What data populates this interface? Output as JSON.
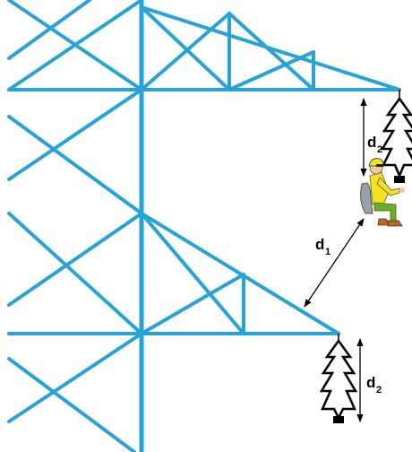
{
  "diagram": {
    "colors": {
      "tower": "#29a3d6",
      "insulator_fill": "#ffffff",
      "insulator_stroke": "#000000",
      "dimension": "#000000",
      "worker_shirt": "#f4e21e",
      "worker_pants": "#6dab2b",
      "worker_skin": "#f1c8a0",
      "worker_helmet": "#f4e21e",
      "worker_boots": "#b4682a",
      "seat": "#9aa0a8"
    },
    "labels": {
      "d1_main": "d",
      "d1_sub": "1",
      "d2_upper_main": "d",
      "d2_upper_sub": "2",
      "d2_lower_main": "d",
      "d2_lower_sub": "2"
    }
  }
}
